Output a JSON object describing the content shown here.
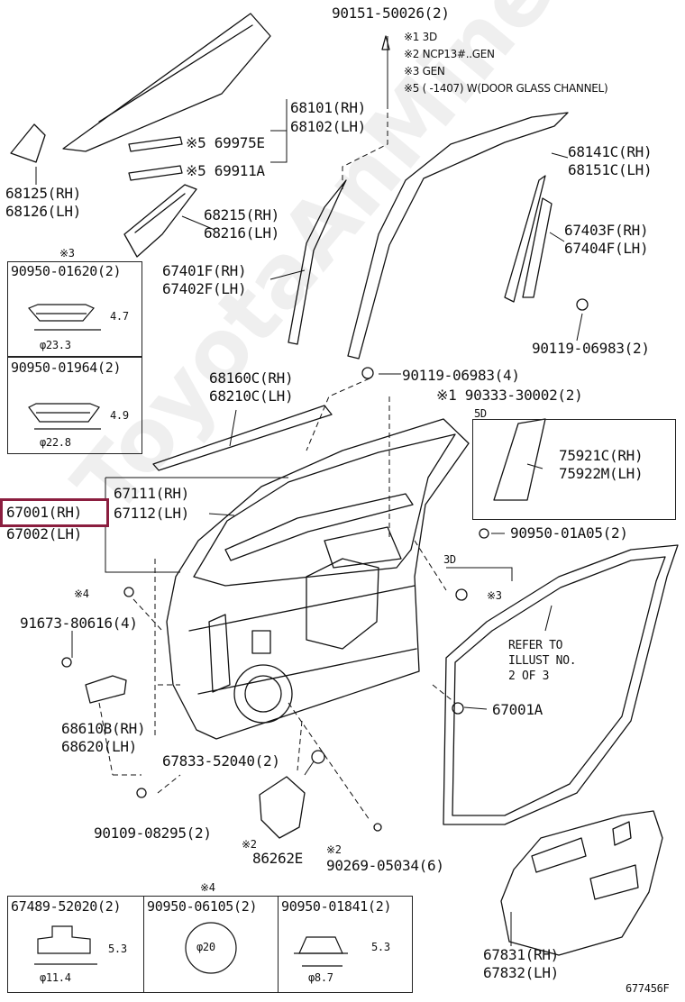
{
  "watermark": "ToyotaAnMine.ru",
  "drawing_code": "677456F",
  "notes": {
    "n1": "※1 3D",
    "n2": "※2 NCP13#..GEN",
    "n3": "※3 GEN",
    "n5": "※5 (      -1407) W(DOOR GLASS CHANNEL)"
  },
  "parts": {
    "p90151": "90151-50026(2)",
    "p68101": "68101(RH)",
    "p68102": "68102(LH)",
    "p69975": "※5 69975E",
    "p69911": "※5 69911A",
    "p68125": "68125(RH)",
    "p68126": "68126(LH)",
    "p68215": "68215(RH)",
    "p68216": "68216(LH)",
    "p67401": "67401F(RH)",
    "p67402": "67402F(LH)",
    "p68141": "68141C(RH)",
    "p68151": "68151C(LH)",
    "p67403": "67403F(RH)",
    "p67404": "67404F(LH)",
    "p90119a": "90119-06983(2)",
    "p90119b": "90119-06983(4)",
    "p90333": "※1 90333-30002(2)",
    "p68160": "68160C(RH)",
    "p68210": "68210C(LH)",
    "p67111": "67111(RH)",
    "p67112": "67112(LH)",
    "p67001": "67001(RH)",
    "p67002": "67002(LH)",
    "p75921": "75921C(RH)",
    "p75922": "75922M(LH)",
    "p90950a05": "90950-01A05(2)",
    "p91673": "91673-80616(4)",
    "p68610": "68610B(RH)",
    "p68620": "68620(LH)",
    "p67833": "67833-52040(2)",
    "p67001a": "67001A",
    "p90109": "90109-08295(2)",
    "p86262": "86262E",
    "p90269": "90269-05034(6)",
    "p67831": "67831(RH)",
    "p67832": "67832(LH)",
    "refer1": "REFER TO",
    "refer2": "ILLUST NO.",
    "refer3": "2 OF 3",
    "mark4": "※4",
    "mark3": "※3",
    "mark2a": "※2",
    "mark2b": "※2",
    "label5d": "5D",
    "label3d": "3D"
  },
  "insets": {
    "top": {
      "note": "※3",
      "a_part": "90950-01620(2)",
      "a_h": "4.7",
      "a_d": "φ23.3",
      "b_part": "90950-01964(2)",
      "b_h": "4.9",
      "b_d": "φ22.8"
    },
    "bottom": {
      "note": "※4",
      "c_part": "67489-52020(2)",
      "c_h": "5.3",
      "c_d": "φ11.4",
      "d_part": "90950-06105(2)",
      "d_d": "φ20",
      "e_part": "90950-01841(2)",
      "e_h": "5.3",
      "e_d": "φ8.7"
    }
  }
}
